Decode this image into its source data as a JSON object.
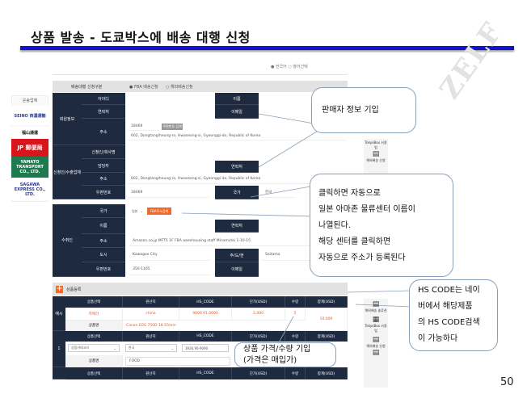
{
  "slide": {
    "title": "상품 발송  -  도쿄박스에 배송 대행 신청",
    "page_number": "50",
    "watermark": "ZELF",
    "accent": "#1010d0"
  },
  "screenshot": {
    "lang_toggle": "● 한국어  ○ 영어선택",
    "type_row": {
      "label": "배송대행 신청구분",
      "option1": "● FBA 배송신청",
      "option2": "○ 해외배송신청"
    },
    "member": {
      "section": "회원정보",
      "id": "아이디",
      "name": "이름",
      "phone": "연락처",
      "email": "이메일",
      "address": "주소",
      "zip": "18469",
      "zip_button": "우편번호 검색",
      "address_value": "602, Dongtangiheung-ro, Hwaseong-si, Gyeonggi-do, Republic of Korea"
    },
    "applicant": {
      "section": "신청인/수출업체",
      "company": "신청인/회사명",
      "manager": "담당자",
      "phone": "연락처",
      "address": "주소",
      "address_value": "602, Dongtangiheung-ro, Hwaseong-si, Gyeonggi-do, Republic of Korea",
      "zip": "우편번호",
      "zip_value": "18469",
      "country": "국가",
      "country_value": "한국"
    },
    "recipient": {
      "section": "수취인",
      "country": "국가",
      "country_value": "일본",
      "fba_button": "FBA주소검색",
      "name": "이름",
      "phone": "연락처",
      "address": "주소",
      "address_value": "Amazon.co.jp MFT5 1F FBA warehousing staff Minamidai 1-10-15",
      "city": "도시",
      "city_value": "Kawagoe City",
      "state": "주/도/현",
      "state_value": "Saitama",
      "zip": "우편번호",
      "zip_value": "350-1165",
      "email": "이메일"
    },
    "products": {
      "title": "상품등록",
      "headers": [
        "상품선택",
        "원산지",
        "HS_CODE",
        "단가(USD)",
        "수량",
        "합계(USD)"
      ],
      "example": {
        "label": "예시",
        "category": "카메라",
        "origin": "china",
        "hs": "9006.91.0000",
        "price": "2,000",
        "qty": "5",
        "total": "10,000",
        "name_label": "상품명",
        "name": "Canon EOS 750D 18-55mm"
      },
      "row1": {
        "index": "1",
        "category": "상품카테고리",
        "origin": "한국",
        "hs": "3926.90-9090",
        "name_label": "상품명",
        "name": "FOOD"
      }
    }
  },
  "carriers": {
    "title": "운송업체",
    "items": [
      "SEINO 西濃運輸",
      "福山通運",
      "JP 郵便局",
      "YAMATO TRANSPORT CO., LTD.",
      "SAGAWA EXPRESS CO., LTD."
    ]
  },
  "sidebar": {
    "items": [
      "TokyoBox 사용법",
      "해외배송 신청",
      "해외배송 솔루션",
      "TokyoBox 사용법",
      "해외배송 신청"
    ]
  },
  "callouts": {
    "seller": "판매자 정보 기입",
    "fba": [
      "클릭하면 자동으로",
      "일본 아마존 물류센터 이름이",
      "나열된다.",
      "해당 센터를 클릭하면",
      "자동으로 주소가 등록된다"
    ],
    "hs": [
      "HS CODE는 네이",
      "버에서 해당제품",
      "의 HS CODE검색",
      "이 가능하다"
    ],
    "price": [
      "상품 가격/수량 기입",
      "(가격은 매입가)"
    ]
  }
}
